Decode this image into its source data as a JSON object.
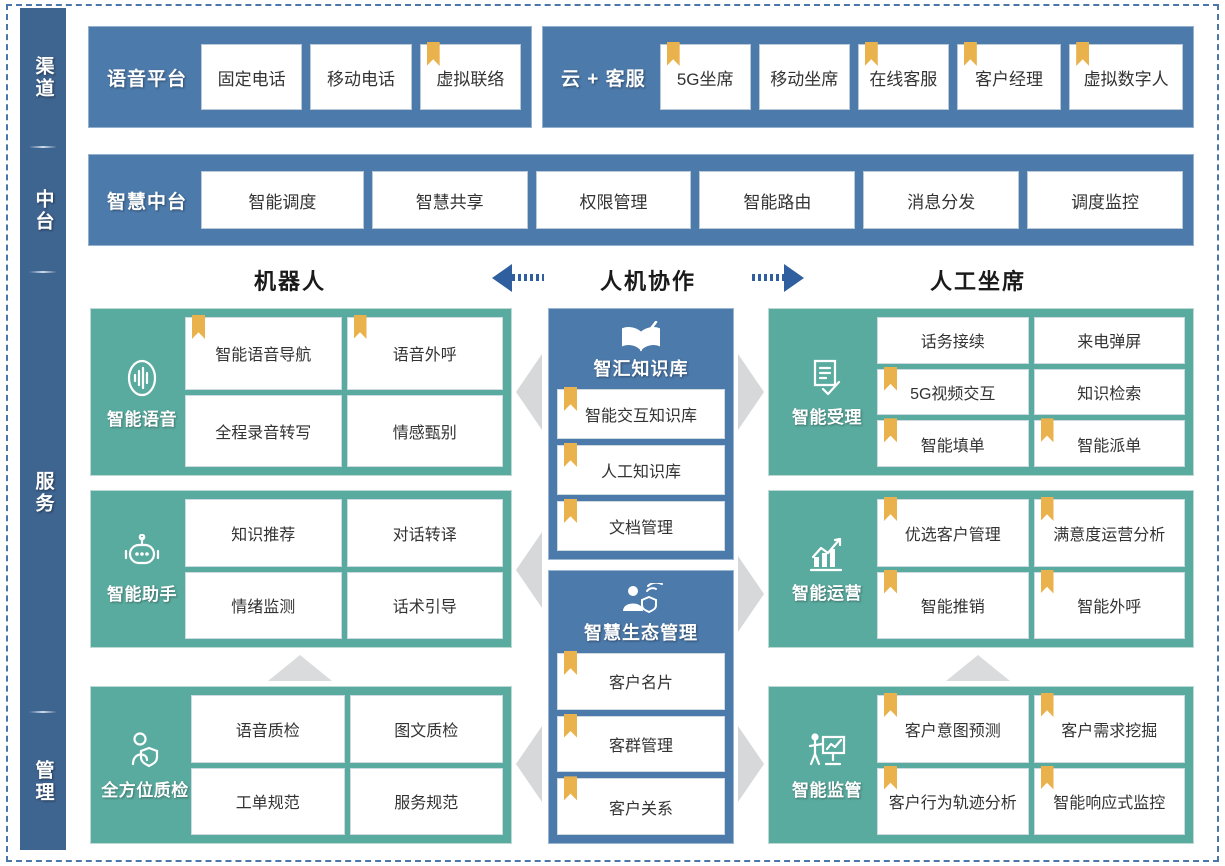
{
  "colors": {
    "blue": "#4c7aab",
    "sidebar_blue": "#3e6490",
    "teal": "#5aab9f",
    "bookmark_gold": "#e9b24d",
    "arrow_gray": "#d6d8da",
    "frame_dash": "#4a77a8"
  },
  "sidebar": {
    "items": [
      {
        "label": "渠道",
        "name": "channel"
      },
      {
        "label": "中台",
        "name": "middle-platform"
      },
      {
        "label": "服务",
        "name": "service"
      },
      {
        "label": "管理",
        "name": "management"
      }
    ]
  },
  "channel": {
    "voice_platform": {
      "title": "语音平台",
      "items": [
        {
          "label": "固定电话",
          "bookmark": false
        },
        {
          "label": "移动电话",
          "bookmark": false
        },
        {
          "label": "虚拟联络",
          "bookmark": true
        }
      ]
    },
    "cloud_service": {
      "title": "云 + 客服",
      "items": [
        {
          "label": "5G坐席",
          "bookmark": true
        },
        {
          "label": "移动坐席",
          "bookmark": false
        },
        {
          "label": "在线客服",
          "bookmark": true
        },
        {
          "label": "客户经理",
          "bookmark": true
        },
        {
          "label": "虚拟数字人",
          "bookmark": true
        }
      ]
    }
  },
  "middle_platform": {
    "title": "智慧中台",
    "items": [
      {
        "label": "智能调度",
        "bookmark": false
      },
      {
        "label": "智慧共享",
        "bookmark": false
      },
      {
        "label": "权限管理",
        "bookmark": false
      },
      {
        "label": "智能路由",
        "bookmark": false
      },
      {
        "label": "消息分发",
        "bookmark": false
      },
      {
        "label": "调度监控",
        "bookmark": false
      }
    ]
  },
  "section_headers": {
    "left": "机器人",
    "center": "人机协作",
    "right": "人工坐席"
  },
  "left_panels": [
    {
      "title": "智能语音",
      "icon": "voice-wave-icon",
      "cols": 2,
      "items": [
        {
          "label": "智能语音导航",
          "bookmark": true
        },
        {
          "label": "语音外呼",
          "bookmark": true
        },
        {
          "label": "全程录音转写",
          "bookmark": false
        },
        {
          "label": "情感甄别",
          "bookmark": false
        }
      ]
    },
    {
      "title": "智能助手",
      "icon": "robot-icon",
      "cols": 2,
      "items": [
        {
          "label": "知识推荐",
          "bookmark": false
        },
        {
          "label": "对话转译",
          "bookmark": false
        },
        {
          "label": "情绪监测",
          "bookmark": false
        },
        {
          "label": "话术引导",
          "bookmark": false
        }
      ]
    },
    {
      "title": "全方位质检",
      "icon": "person-shield-icon",
      "cols": 2,
      "items": [
        {
          "label": "语音质检",
          "bookmark": false
        },
        {
          "label": "图文质检",
          "bookmark": false
        },
        {
          "label": "工单规范",
          "bookmark": false
        },
        {
          "label": "服务规范",
          "bookmark": false
        }
      ]
    }
  ],
  "center_panels": [
    {
      "title": "智汇知识库",
      "icon": "open-book-icon",
      "items": [
        {
          "label": "智能交互知识库",
          "bookmark": true
        },
        {
          "label": "人工知识库",
          "bookmark": true
        },
        {
          "label": "文档管理",
          "bookmark": true
        }
      ]
    },
    {
      "title": "智慧生态管理",
      "icon": "person-network-icon",
      "items": [
        {
          "label": "客户名片",
          "bookmark": true
        },
        {
          "label": "客群管理",
          "bookmark": true
        },
        {
          "label": "客户关系",
          "bookmark": true
        }
      ]
    }
  ],
  "right_panels": [
    {
      "title": "智能受理",
      "icon": "document-check-icon",
      "rows": 3,
      "items": [
        {
          "label": "话务接续",
          "bookmark": false
        },
        {
          "label": "来电弹屏",
          "bookmark": false
        },
        {
          "label": "5G视频交互",
          "bookmark": true
        },
        {
          "label": "知识检索",
          "bookmark": false
        },
        {
          "label": "智能填单",
          "bookmark": true
        },
        {
          "label": "智能派单",
          "bookmark": true
        }
      ]
    },
    {
      "title": "智能运营",
      "icon": "bar-chart-trend-icon",
      "rows": 2,
      "items": [
        {
          "label": "优选客户管理",
          "bookmark": true
        },
        {
          "label": "满意度运营分析",
          "bookmark": true
        },
        {
          "label": "智能推销",
          "bookmark": true
        },
        {
          "label": "智能外呼",
          "bookmark": true
        }
      ]
    },
    {
      "title": "智能监管",
      "icon": "presenter-chart-icon",
      "rows": 2,
      "items": [
        {
          "label": "客户意图预测",
          "bookmark": true
        },
        {
          "label": "客户需求挖掘",
          "bookmark": true
        },
        {
          "label": "客户行为轨迹分析",
          "bookmark": true
        },
        {
          "label": "智能响应式监控",
          "bookmark": true
        }
      ]
    }
  ]
}
